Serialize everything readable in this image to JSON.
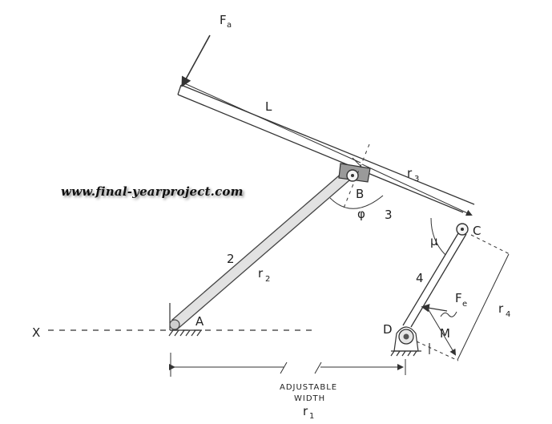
{
  "labels": {
    "force_input": "F",
    "force_input_sub": "a",
    "length_L": "L",
    "link_r3": "r",
    "link_r3_sub": "3",
    "link_number_3": "3",
    "joint_B": "B",
    "angle_phi": "φ",
    "joint_C": "C",
    "angle_mu": "μ",
    "link_number_2": "2",
    "link_r2": "r",
    "link_r2_sub": "2",
    "link_number_4": "4",
    "force_e": "F",
    "force_e_sub": "e",
    "moment_arm_M": "M",
    "link_r4": "r",
    "link_r4_sub": "4",
    "joint_A": "A",
    "joint_D": "D",
    "axis_X": "X",
    "adjustable_line1": "ADJUSTABLE",
    "adjustable_line2": "WIDTH",
    "ground_r1": "r",
    "ground_r1_sub": "1"
  },
  "watermark": "www.final-yearproject.com",
  "colors": {
    "pencil": "#333333",
    "link_fill": "#d6d6d6",
    "block_fill": "#9a9a9a",
    "background": "#ffffff"
  }
}
